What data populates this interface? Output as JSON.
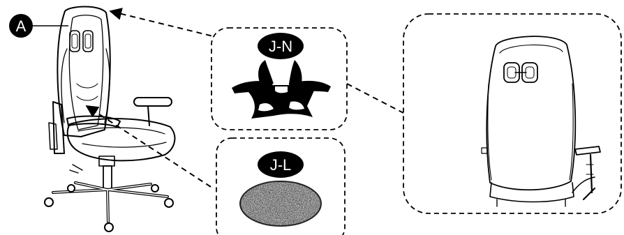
{
  "callouts": {
    "a": "A",
    "jn": "J-N",
    "jl": "J-L"
  },
  "colors": {
    "ink": "#000000",
    "paper": "#ffffff"
  }
}
